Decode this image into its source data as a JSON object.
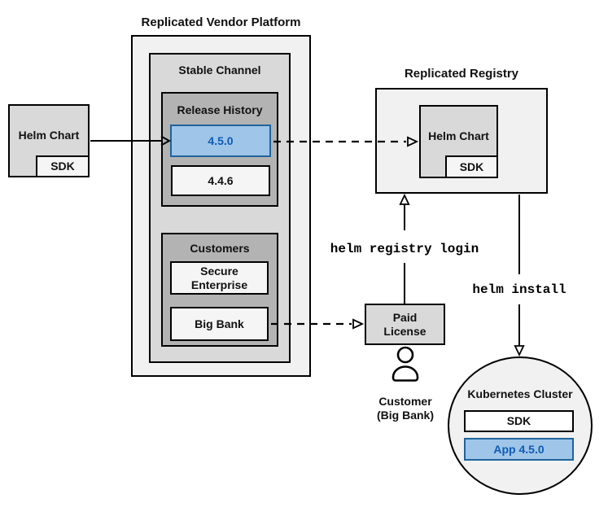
{
  "colors": {
    "accent_fill": "#9fc5e8",
    "accent_border": "#20639b",
    "accent_text": "#0f5cb5",
    "container_fill": "#f1f1f1",
    "mid_gray_fill": "#d9d9d9",
    "dark_gray_fill": "#b3b3b3",
    "light_fill": "#f5f5f5",
    "line_color": "#000000"
  },
  "source": {
    "label": "Helm Chart",
    "sdk": "SDK"
  },
  "platform": {
    "title": "Replicated Vendor Platform",
    "stable_channel": {
      "title": "Stable Channel",
      "release_history": {
        "title": "Release History",
        "releases": [
          {
            "version": "4.5.0",
            "highlighted": true
          },
          {
            "version": "4.4.6",
            "highlighted": false
          }
        ]
      },
      "customers": {
        "title": "Customers",
        "items": [
          {
            "name": "Secure Enterprise"
          },
          {
            "name": "Big Bank"
          }
        ]
      }
    }
  },
  "registry": {
    "title": "Replicated Registry",
    "helm_chart": "Helm Chart",
    "sdk": "SDK"
  },
  "license": {
    "label": "Paid License"
  },
  "customer": {
    "line1": "Customer",
    "line2": "(Big Bank)"
  },
  "commands": {
    "login": "helm registry login",
    "install": "helm install"
  },
  "cluster": {
    "title": "Kubernetes Cluster",
    "sdk": "SDK",
    "app": "App 4.5.0"
  }
}
